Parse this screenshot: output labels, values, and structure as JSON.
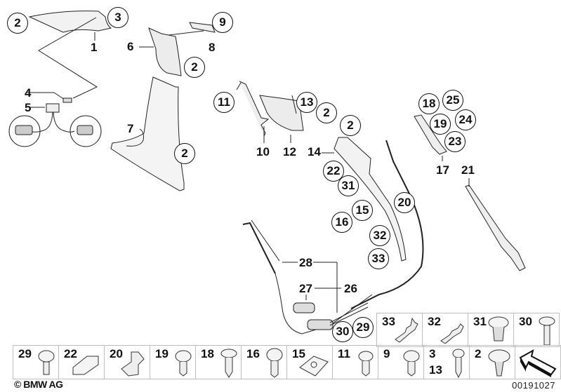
{
  "diagram": {
    "title": "Trim panel / A-B pillar / seat belt parts diagram",
    "callouts": {
      "c2a": "2",
      "c3": "3",
      "c1": "1",
      "c6": "6",
      "c9": "9",
      "c8": "8",
      "c2b": "2",
      "c4": "4",
      "c5": "5",
      "c7": "7",
      "c2c": "2",
      "c11": "11",
      "c13": "13",
      "c2d": "2",
      "c10": "10",
      "c12": "12",
      "c2e": "2",
      "c14": "14",
      "c22": "22",
      "c31": "31",
      "c20": "20",
      "c15": "15",
      "c16": "16",
      "c32": "32",
      "c33": "33",
      "c18": "18",
      "c25": "25",
      "c19": "19",
      "c24": "24",
      "c23": "23",
      "c17": "17",
      "c21": "21",
      "c28": "28",
      "c27": "27",
      "c26": "26",
      "c30": "30",
      "c29": "29"
    }
  },
  "parts_grid": {
    "top_row": [
      {
        "num": "33",
        "icon": "terminal-clip-icon"
      },
      {
        "num": "32",
        "icon": "terminal-clip-icon"
      },
      {
        "num": "31",
        "icon": "expanding-rivet-icon"
      },
      {
        "num": "30",
        "icon": "machine-screw-icon"
      }
    ],
    "bottom_row": [
      {
        "num": "29",
        "icon": "fillister-screw-icon"
      },
      {
        "num": "22",
        "icon": "cap-icon"
      },
      {
        "num": "20",
        "icon": "clamp-icon"
      },
      {
        "num": "19",
        "icon": "collar-screw-icon"
      },
      {
        "num": "18",
        "icon": "countersunk-screw-icon"
      },
      {
        "num": "16",
        "icon": "oval-head-screw-icon"
      },
      {
        "num": "15",
        "icon": "spring-nut-icon"
      },
      {
        "num": "11",
        "icon": "phillips-screw-icon"
      },
      {
        "num": "9",
        "icon": "collar-screw-icon"
      },
      {
        "num": "3",
        "num2": "13",
        "icon": "sheet-metal-screw-icon"
      },
      {
        "num": "2",
        "icon": "spreader-rivet-icon"
      },
      {
        "icon": "arrow-pointer-icon"
      }
    ]
  },
  "footer": {
    "copyright": "© BMW AG",
    "document_number": "00191027"
  }
}
